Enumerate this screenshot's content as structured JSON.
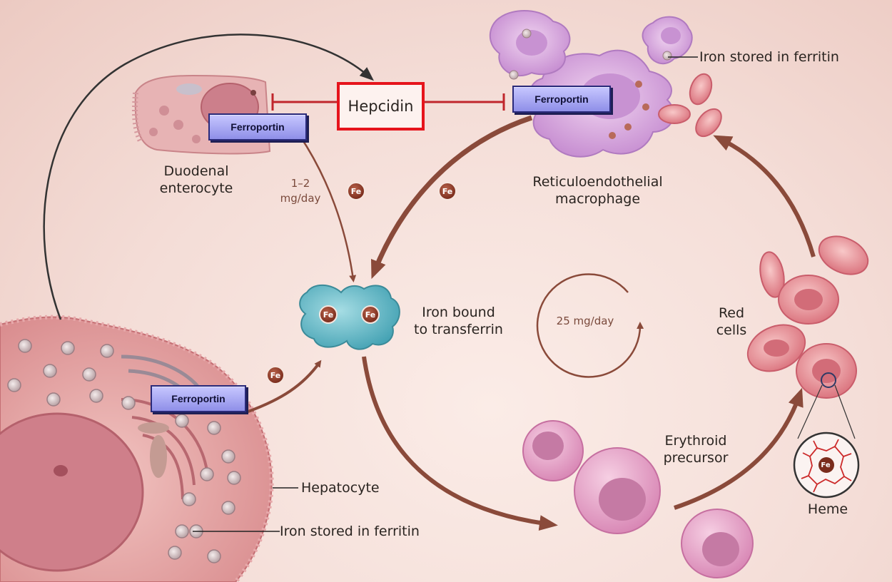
{
  "labels": {
    "hepcidin": "Hepcidin",
    "ferroportin": "Ferroportin",
    "duodenal_line1": "Duodenal",
    "duodenal_line2": "enterocyte",
    "absorption_line1": "1–2",
    "absorption_line2": "mg/day",
    "transferrin_line1": "Iron bound",
    "transferrin_line2": "to transferrin",
    "cycle_rate": "25 mg/day",
    "macrophage_line1": "Reticuloendothelial",
    "macrophage_line2": "macrophage",
    "iron_stored_ferritin": "Iron stored in ferritin",
    "red_cells_line1": "Red",
    "red_cells_line2": "cells",
    "erythroid_line1": "Erythroid",
    "erythroid_line2": "precursor",
    "hepatocyte": "Hepatocyte",
    "heme": "Heme",
    "fe": "Fe"
  },
  "colors": {
    "hepcidin_highlight": "#e6141c",
    "inhibition_line": "#c0262c",
    "flow_arrow": "#8a4a3a",
    "ferroportin_box": "#a9a9f5",
    "transferrin": "#5fb3c2",
    "macrophage": "#d9a6de",
    "red_cell": "#e8969c"
  }
}
